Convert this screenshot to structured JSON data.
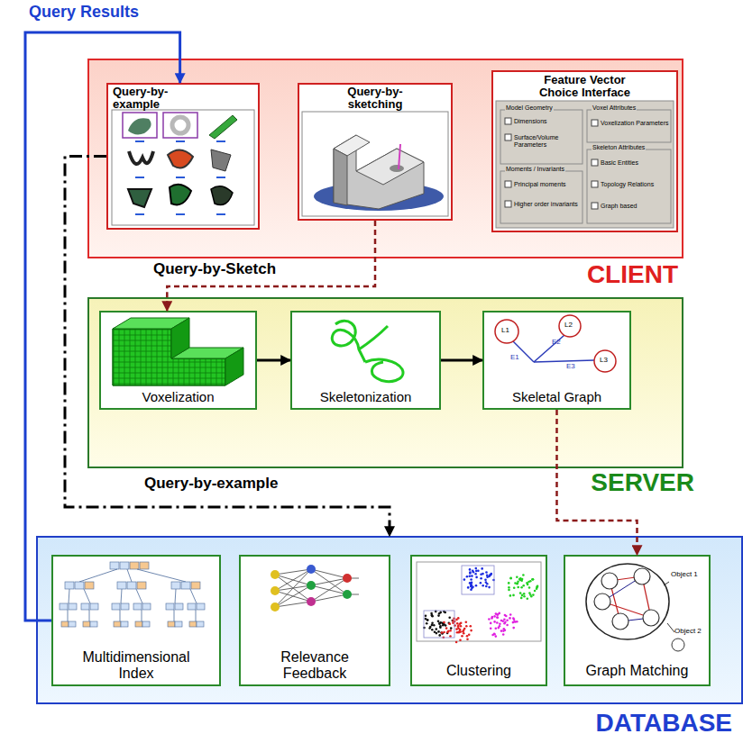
{
  "diagram": {
    "nodes": [
      {
        "text": [
          "CLIENT"
        ]
      },
      {
        "text": [
          "Query-by-example"
        ],
        "in": 0
      },
      {
        "text": [
          "Query-by-sketching"
        ],
        "in": 0
      },
      {
        "text": [
          "Feature Vector Choice Interface"
        ],
        "in": 0
      },
      {
        "text": [
          "SERVER"
        ]
      },
      {
        "text": [
          "Voxelization"
        ],
        "in": 4
      },
      {
        "text": [
          "Skeletonization"
        ],
        "in": 4
      },
      {
        "text": [
          "Skeletal Graph"
        ],
        "in": 4
      },
      {
        "text": [
          "DATABASE"
        ]
      },
      {
        "text": [
          "Multidimensional Index"
        ],
        "in": 8
      },
      {
        "text": [
          "Relevance Feedback"
        ],
        "in": 8
      },
      {
        "text": [
          "Clustering"
        ],
        "in": 8
      },
      {
        "text": [
          "Graph Matching"
        ],
        "in": 8
      }
    ],
    "edges": [
      {
        "from": 9,
        "to": 1,
        "label": "Query Results",
        "arrow": "to"
      },
      {
        "from": 2,
        "to": 5,
        "label": "Query-by-Sketch",
        "arrow": "to"
      },
      {
        "from": 5,
        "to": 6,
        "arrow": "to"
      },
      {
        "from": 6,
        "to": 7,
        "arrow": "to"
      },
      {
        "from": 7,
        "to": 12,
        "arrow": "to"
      },
      {
        "from": 1,
        "to": 8,
        "label": "Query-by-example",
        "arrow": "to"
      }
    ],
    "labels": [
      "Model Geometry",
      "Dimensions",
      "Surface/Volume Parameters",
      "Moments / Invariants",
      "Principal moments",
      "Higher order invariants",
      "Voxel Attributes",
      "Voxelization Parameters",
      "Skeleton Attributes",
      "Basic Entities",
      "Topology Relations",
      "Graph based",
      "L1",
      "L2",
      "L3",
      "E1",
      "E2",
      "E3",
      "Object 1",
      "Object 2"
    ]
  }
}
